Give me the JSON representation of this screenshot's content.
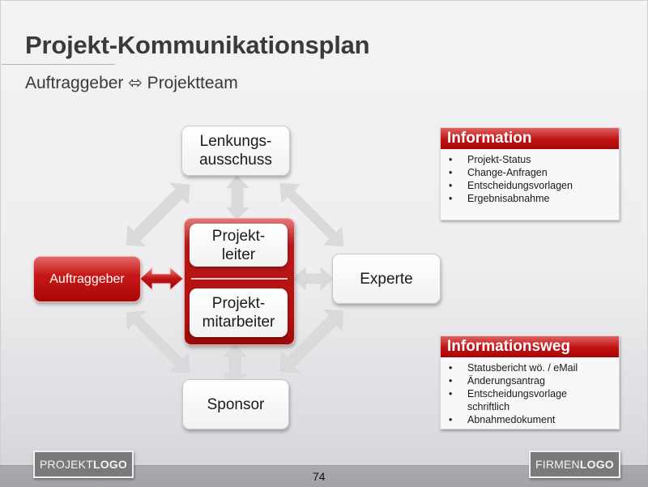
{
  "slide": {
    "title": "Projekt-Kommunikationsplan",
    "subtitle": "Auftraggeber ⬄ Projektteam",
    "page_number": "74"
  },
  "diagram": {
    "nodes": {
      "lenkungsausschuss": "Lenkungs-\nausschuss",
      "projektleiter": "Projekt-\nleiter",
      "projektmitarbeiter": "Projekt-\nmitarbeiter",
      "auftraggeber": "Auftraggeber",
      "experte": "Experte",
      "sponsor": "Sponsor"
    },
    "colors": {
      "accent_red": "#b81010",
      "arrow_gray": "#dcdcde"
    }
  },
  "panels": {
    "information": {
      "title": "Information",
      "items": [
        "Projekt-Status",
        "Change-Anfragen",
        "Entscheidungsvorlagen",
        "Ergebnisabnahme"
      ]
    },
    "informationsweg": {
      "title": "Informationsweg",
      "items": [
        "Statusbericht wö. / eMail",
        "Änderungsantrag",
        "Entscheidungsvorlage schriftlich",
        "Abnahmedokument"
      ]
    }
  },
  "footer": {
    "left_logo_plain": "PROJEKT",
    "left_logo_bold": "LOGO",
    "right_logo_plain": "FIRMEN",
    "right_logo_bold": "LOGO"
  }
}
